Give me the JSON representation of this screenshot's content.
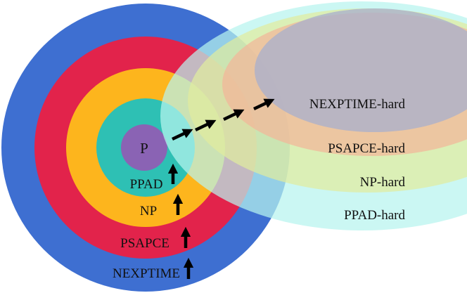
{
  "classes": {
    "nexptime": {
      "label": "NEXPTIME",
      "color": "#3e6fd1"
    },
    "pspace": {
      "label": "PSAPCE",
      "color": "#e2234b"
    },
    "np": {
      "label": "NP",
      "color": "#fdb51d"
    },
    "ppad": {
      "label": "PPAD",
      "color": "#2ec0b4"
    },
    "p": {
      "label": "P",
      "color": "#8a63b4"
    }
  },
  "hard_regions": {
    "ppad_hard": {
      "label": "PPAD-hard",
      "color": "#b7f4ef"
    },
    "np_hard": {
      "label": "NP-hard",
      "color": "#e1eb9e"
    },
    "pspace_hard": {
      "label": "PSAPCE-hard",
      "color": "#f2b598"
    },
    "nexptime_hard": {
      "label": "NEXPTIME-hard",
      "color": "#aab0cc"
    }
  },
  "arrow_icon": "up-arrow / diagonal-arrow",
  "arrow_color": "#000000"
}
